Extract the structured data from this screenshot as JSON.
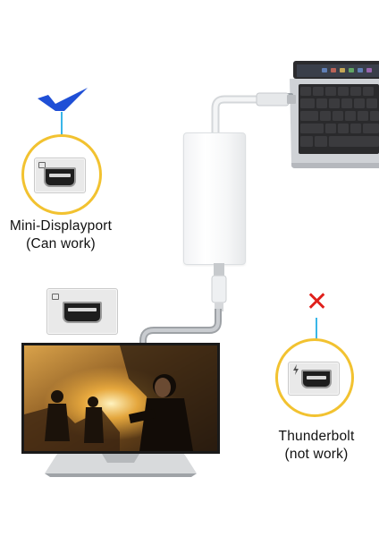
{
  "labels": {
    "works_line1": "Mini-Displayport",
    "works_line2": "(Can work)",
    "fails_line1": "Thunderbolt",
    "fails_line2": "(not work)"
  },
  "colors": {
    "check": "#1f4fd6",
    "cross": "#e0201b",
    "ring": "#f2c230",
    "pointer": "#39b6e8"
  },
  "icons": {
    "check": "check-mark-icon",
    "cross": "x-mark-icon",
    "thunderbolt": "lightning-icon"
  }
}
